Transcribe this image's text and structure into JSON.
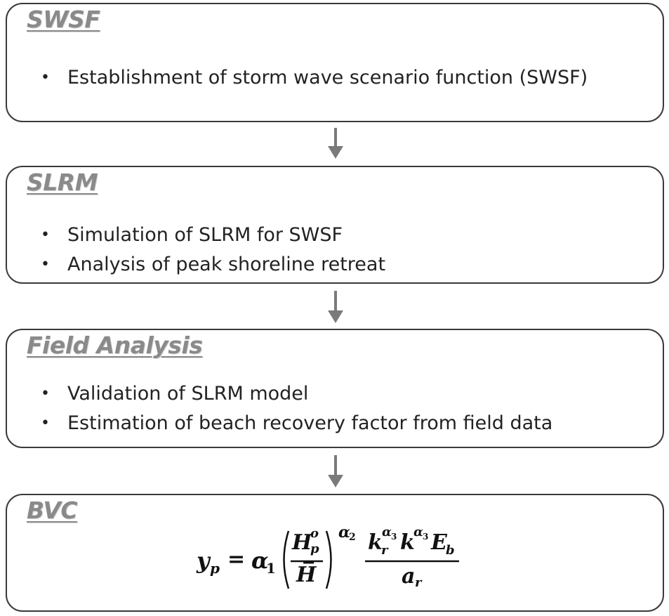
{
  "steps": [
    {
      "title": "SWSF",
      "bullets": [
        "Establishment of storm wave scenario function (SWSF)"
      ]
    },
    {
      "title": "SLRM",
      "bullets": [
        "Simulation of SLRM for SWSF",
        "Analysis of peak shoreline retreat"
      ]
    },
    {
      "title": "Field Analysis",
      "bullets": [
        "Validation of SLRM model",
        "Estimation of beach recovery factor from field data"
      ]
    },
    {
      "title": "BVC",
      "formula": {
        "lhs": "y",
        "lhs_sub": "p",
        "equals": "=",
        "coef": "α",
        "coef_sub": "1",
        "ratio_num": "H",
        "ratio_num_sup": "o",
        "ratio_num_sub": "p",
        "ratio_den": "H̅",
        "ratio_exp": "α",
        "ratio_exp_sub": "2",
        "num_k1": "k",
        "num_k1_sub": "r",
        "num_k1_sup": "α",
        "num_k1_sup_sub": "3",
        "num_k2": "k",
        "num_k2_sup": "α",
        "num_k2_sup_sub": "3",
        "num_E": "E",
        "num_E_sub": "b",
        "den": "a",
        "den_sub": "r"
      }
    }
  ],
  "colors": {
    "title": "#8a8a8a",
    "border": "#3a3a3a",
    "arrow": "#7a7a7a"
  },
  "icons": {
    "arrow": "down-arrow-icon",
    "bullet": "bullet-dot-icon"
  }
}
